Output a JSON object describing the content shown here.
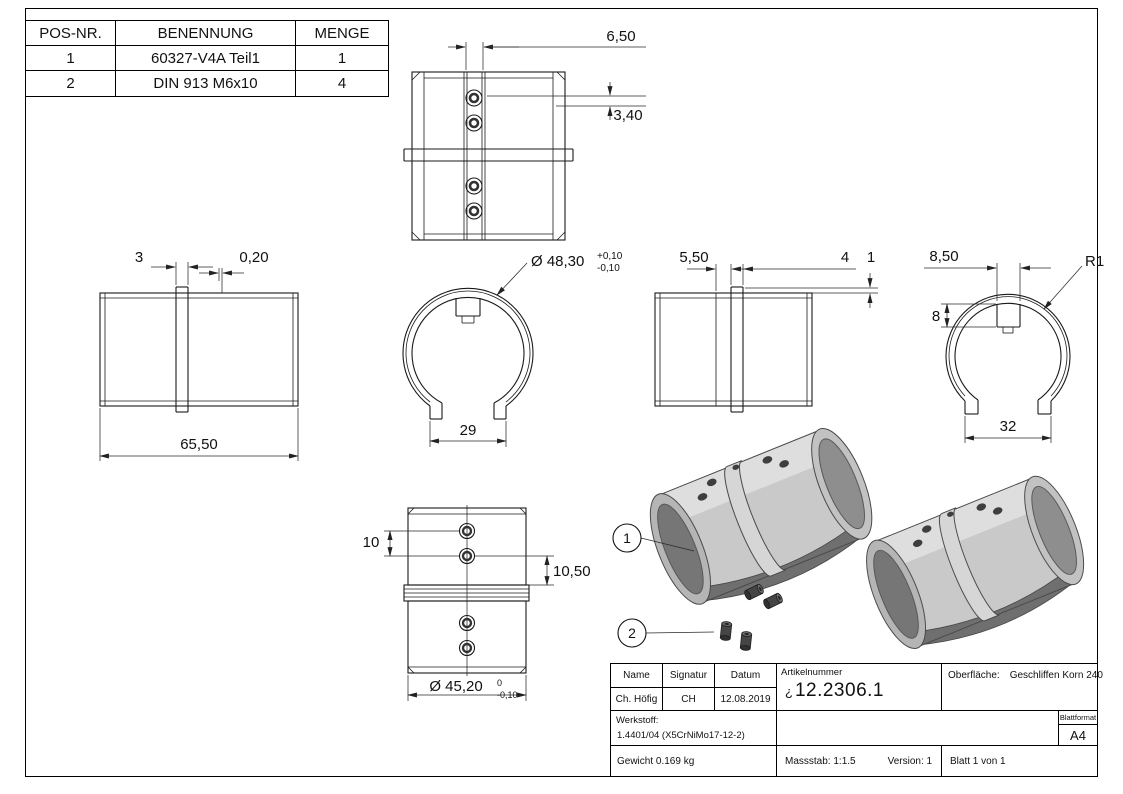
{
  "colors": {
    "line": "#1a1a1a",
    "metal_light": "#dedede",
    "metal_mid": "#c9c9c9",
    "metal_dark": "#767676",
    "screw": "#454545"
  },
  "parts_table": {
    "headers": [
      "POS-NR.",
      "BENENNUNG",
      "MENGE"
    ],
    "rows": [
      {
        "pos": "1",
        "name": "60327-V4A Teil1",
        "qty": "1"
      },
      {
        "pos": "2",
        "name": "DIN 913 M6x10",
        "qty": "4"
      }
    ]
  },
  "dims": {
    "top_view": {
      "slot_width": "6,50",
      "depth": "3,40"
    },
    "side_left": {
      "rib_width": "3",
      "step": "0,20",
      "length": "65,50"
    },
    "front": {
      "diameter": "Ø 48,30",
      "tol_plus": "+0,10",
      "tol_minus": "-0,10",
      "slot_width": "29"
    },
    "side_right": {
      "groove": "5,50",
      "rib_width": "4",
      "step": "1"
    },
    "circle_right": {
      "notch_width": "8,50",
      "fillet": "R1",
      "notch_depth": "8",
      "slot_width": "32"
    },
    "front_bottom": {
      "hole_spacing": "10",
      "offset": "10,50",
      "diameter": "Ø 45,20",
      "tol_plus": "0",
      "tol_minus": "-0,10"
    }
  },
  "balloons": {
    "item1": "1",
    "item2": "2"
  },
  "title_block": {
    "name_label": "Name",
    "signatur_label": "Signatur",
    "datum_label": "Datum",
    "name_value": "Ch. Höfig",
    "signatur_value": "CH",
    "datum_value": "12.08.2019",
    "artikelnummer_label": "Artikelnummer",
    "logo_glyph": "¿",
    "artikelnummer_value": "12.2306.1",
    "oberflaeche_label": "Oberfläche:",
    "oberflaeche_value": "Geschliffen Korn 240",
    "werkstoff_label": "Werkstoff:",
    "werkstoff_value": "1.4401/04 (X5CrNiMo17-12-2)",
    "gewicht": "Gewicht 0.169 kg",
    "massstab": "Massstab: 1:1.5",
    "version": "Version: 1",
    "blatt": "Blatt 1 von 1",
    "blattformat_label": "Blattformat",
    "blattformat_value": "A4"
  }
}
